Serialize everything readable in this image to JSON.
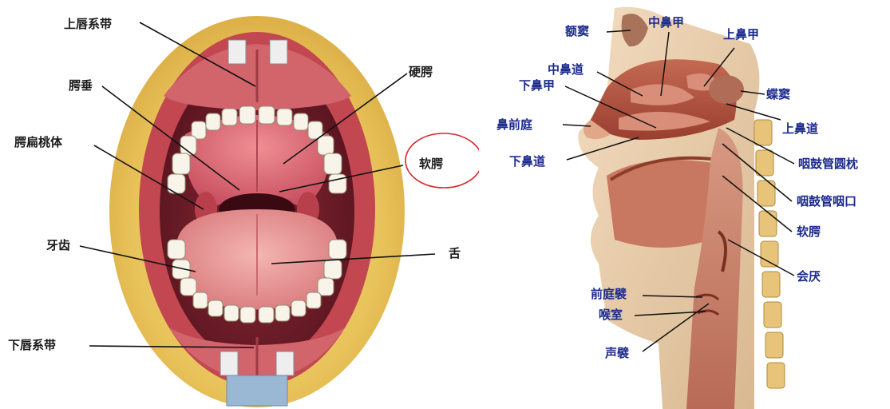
{
  "oral_cavity": {
    "labels": {
      "upper_lip_frenulum": "上唇系带",
      "uvula": "腭垂",
      "hard_palate": "硬腭",
      "palatine_tonsil": "腭扁桃体",
      "soft_palate": "软腭",
      "teeth": "牙齿",
      "tongue": "舌",
      "lower_lip_frenulum": "下唇系带"
    },
    "highlight": {
      "target": "soft_palate",
      "shape": "ellipse",
      "color": "#d9262b"
    }
  },
  "nasal_pharynx": {
    "labels": {
      "frontal_sinus": "额窦",
      "middle_concha": "中鼻甲",
      "superior_concha": "上鼻甲",
      "middle_meatus": "中鼻道",
      "inferior_concha": "下鼻甲",
      "sphenoid_sinus": "蝶窦",
      "nasal_vestibule": "鼻前庭",
      "superior_meatus": "上鼻道",
      "inferior_meatus": "下鼻道",
      "torus_tubarius": "咽鼓管圆枕",
      "pharyngeal_opening_eustachian": "咽鼓管咽口",
      "soft_palate": "软腭",
      "epiglottis": "会厌",
      "vestibular_fold": "前庭襞",
      "laryngeal_ventricle": "喉室",
      "vocal_fold": "声襞"
    }
  },
  "colors": {
    "label_left": "#1a1a1a",
    "label_right": "#1c2a8c",
    "lip_yellow": "#e8c35a",
    "mucosa": "#c8505a",
    "tongue": "#e79a9a"
  }
}
